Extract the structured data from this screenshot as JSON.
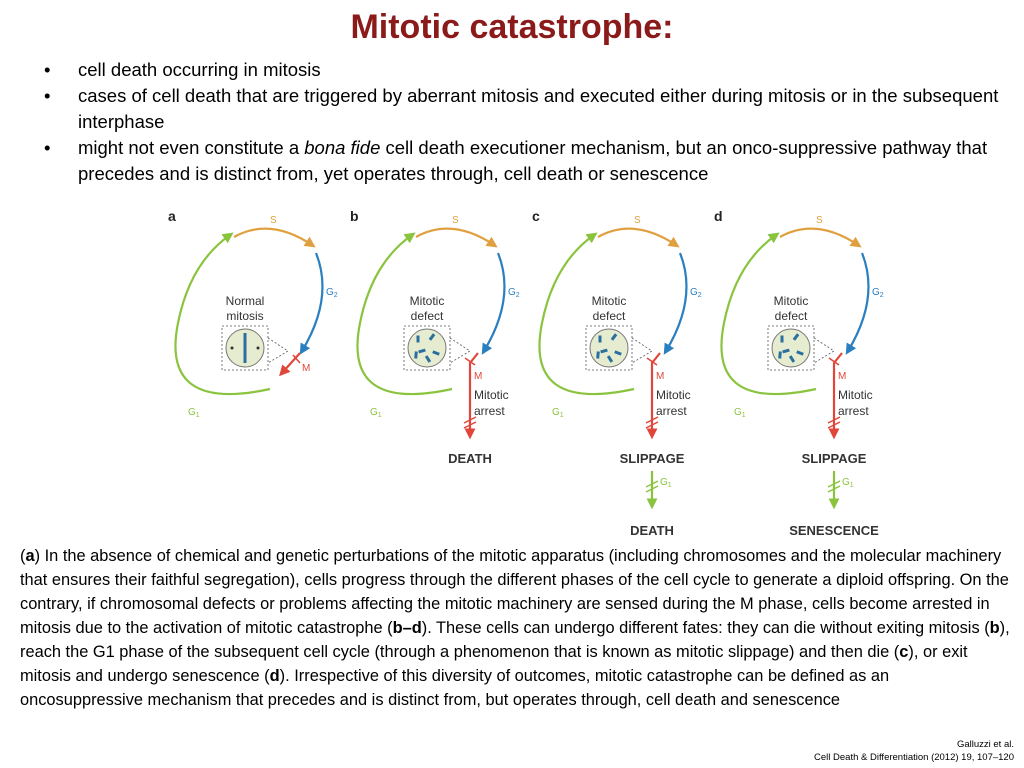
{
  "slide": {
    "title": "Mitotic catastrophe:",
    "bullets": [
      {
        "pre": "cell death occurring in mitosis",
        "em": "",
        "post": ""
      },
      {
        "pre": "cases of cell death that are triggered by aberrant mitosis and executed either during mitosis or in the subsequent interphase",
        "em": "",
        "post": ""
      },
      {
        "pre": "might not even constitute a ",
        "em": "bona fide",
        "post": " cell death executioner mechanism, but an onco-suppressive pathway that precedes and is distinct from, yet operates through, cell death or senescence"
      }
    ]
  },
  "figure": {
    "panels": [
      {
        "letter": "a",
        "center_label_1": "Normal",
        "center_label_2": "mitosis",
        "phase_s": "S",
        "phase_g2": "G2",
        "phase_g1": "G1",
        "phase_m": "M",
        "arrest_1": "",
        "arrest_2": "",
        "outcome_1": "",
        "outcome_2_phase": "",
        "outcome_2": ""
      },
      {
        "letter": "b",
        "center_label_1": "Mitotic",
        "center_label_2": "defect",
        "phase_s": "S",
        "phase_g2": "G2",
        "phase_g1": "G1",
        "phase_m": "M",
        "arrest_1": "Mitotic",
        "arrest_2": "arrest",
        "outcome_1": "DEATH",
        "outcome_2_phase": "",
        "outcome_2": ""
      },
      {
        "letter": "c",
        "center_label_1": "Mitotic",
        "center_label_2": "defect",
        "phase_s": "S",
        "phase_g2": "G2",
        "phase_g1": "G1",
        "phase_m": "M",
        "arrest_1": "Mitotic",
        "arrest_2": "arrest",
        "outcome_1": "SLIPPAGE",
        "outcome_2_phase": "G1",
        "outcome_2": "DEATH"
      },
      {
        "letter": "d",
        "center_label_1": "Mitotic",
        "center_label_2": "defect",
        "phase_s": "S",
        "phase_g2": "G2",
        "phase_g1": "G1",
        "phase_m": "M",
        "arrest_1": "Mitotic",
        "arrest_2": "arrest",
        "outcome_1": "SLIPPAGE",
        "outcome_2_phase": "G1",
        "outcome_2": "SENESCENCE"
      }
    ],
    "colors": {
      "s": "#e0a040",
      "g2": "#2a7fc0",
      "g1": "#8ac43f",
      "m": "#e0473a",
      "cell_fill": "#e6eccf",
      "chromosome": "#2a6fa0"
    }
  },
  "caption": [
    {
      "t": "(",
      "b": false
    },
    {
      "t": "a",
      "b": true
    },
    {
      "t": ") In the absence of chemical and genetic perturbations of the mitotic apparatus (including chromosomes and the molecular machinery that ensures their faithful segregation), cells progress through the different phases of the cell cycle to generate a diploid offspring. On the contrary, if chromosomal defects or problems affecting the mitotic machinery are sensed during the M phase, cells become arrested in mitosis due to the activation of mitotic catastrophe (",
      "b": false
    },
    {
      "t": "b–d",
      "b": true
    },
    {
      "t": "). These cells can undergo different fates: they can die without exiting mitosis (",
      "b": false
    },
    {
      "t": "b",
      "b": true
    },
    {
      "t": "), reach the G1 phase of the subsequent cell cycle (through a phenomenon that is known as mitotic slippage) and then die (",
      "b": false
    },
    {
      "t": "c",
      "b": true
    },
    {
      "t": "), or exit mitosis and undergo senescence (",
      "b": false
    },
    {
      "t": "d",
      "b": true
    },
    {
      "t": "). Irrespective of this diversity of outcomes, mitotic catastrophe can be defined as an oncosuppressive mechanism that precedes and is distinct from, but operates through, cell death and senescence",
      "b": false
    }
  ],
  "citation": {
    "line1": "Galluzzi et al.",
    "line2": "Cell Death & Differentiation (2012) 19, 107–120"
  }
}
